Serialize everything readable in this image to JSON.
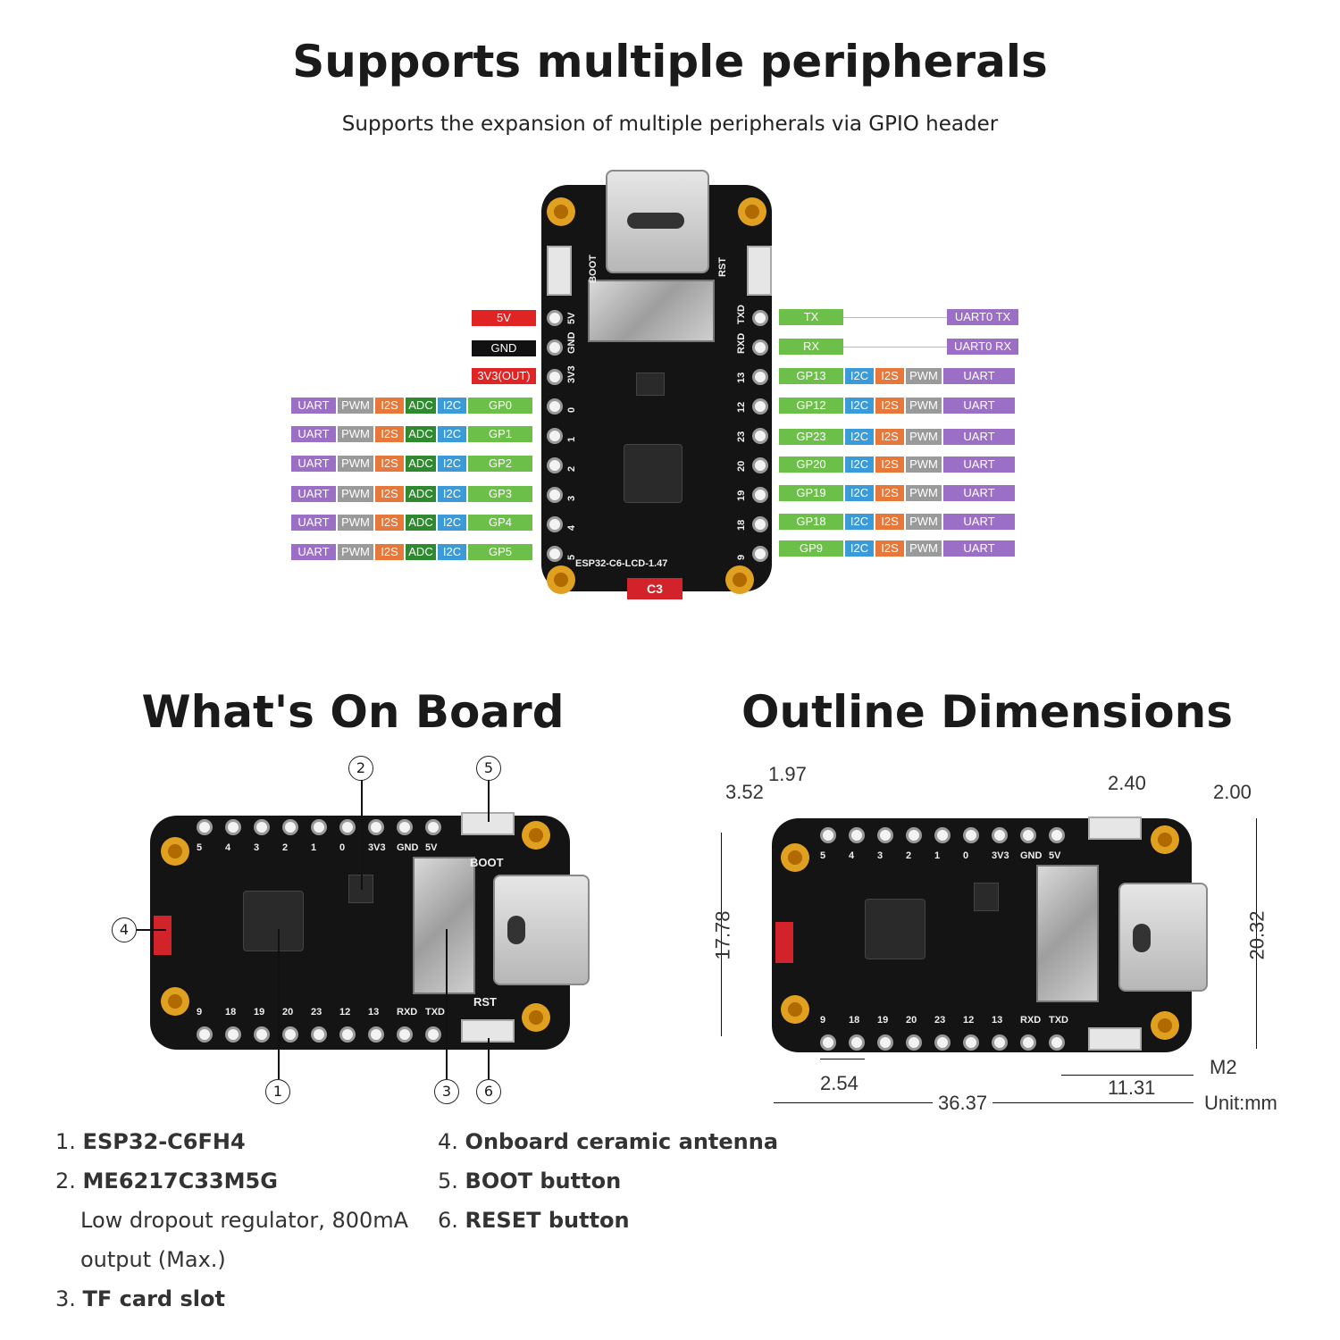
{
  "header": {
    "title": "Supports multiple peripherals",
    "subtitle": "Supports the expansion of multiple peripherals via GPIO header"
  },
  "colors": {
    "uart": "#9b6fc6",
    "pwm": "#9a9a9a",
    "i2s": "#e8783a",
    "adc": "#2f8a2f",
    "i2c": "#3b9ad8",
    "gp": "#6cc04a",
    "red": "#e02424",
    "black": "#111111"
  },
  "board_top": {
    "model": "ESP32-C6-LCD-1.47",
    "antenna_label": "C3",
    "boot_label": "BOOT",
    "rst_label": "RST",
    "left_pin_labels": [
      "5V",
      "GND",
      "3V3",
      "0",
      "1",
      "2",
      "3",
      "4",
      "5"
    ],
    "right_pin_labels": [
      "TXD",
      "RXD",
      "13",
      "12",
      "23",
      "20",
      "19",
      "18",
      "9"
    ]
  },
  "left_power": [
    {
      "label": "5V",
      "color": "#e02424"
    },
    {
      "label": "GND",
      "color": "#111111"
    },
    {
      "label": "3V3(OUT)",
      "color": "#e02424"
    }
  ],
  "left_pins": [
    {
      "funcs": [
        "UART",
        "PWM",
        "I2S",
        "ADC",
        "I2C"
      ],
      "gp": "GP0"
    },
    {
      "funcs": [
        "UART",
        "PWM",
        "I2S",
        "ADC",
        "I2C"
      ],
      "gp": "GP1"
    },
    {
      "funcs": [
        "UART",
        "PWM",
        "I2S",
        "ADC",
        "I2C"
      ],
      "gp": "GP2"
    },
    {
      "funcs": [
        "UART",
        "PWM",
        "I2S",
        "ADC",
        "I2C"
      ],
      "gp": "GP3"
    },
    {
      "funcs": [
        "UART",
        "PWM",
        "I2S",
        "ADC",
        "I2C"
      ],
      "gp": "GP4"
    },
    {
      "funcs": [
        "UART",
        "PWM",
        "I2S",
        "ADC",
        "I2C"
      ],
      "gp": "GP5"
    }
  ],
  "right_uart": [
    {
      "gp": "TX",
      "func": "UART0 TX"
    },
    {
      "gp": "RX",
      "func": "UART0 RX"
    }
  ],
  "right_pins": [
    {
      "gp": "GP13",
      "funcs": [
        "I2C",
        "I2S",
        "PWM",
        "UART"
      ]
    },
    {
      "gp": "GP12",
      "funcs": [
        "I2C",
        "I2S",
        "PWM",
        "UART"
      ]
    },
    {
      "gp": "GP23",
      "funcs": [
        "I2C",
        "I2S",
        "PWM",
        "UART"
      ]
    },
    {
      "gp": "GP20",
      "funcs": [
        "I2C",
        "I2S",
        "PWM",
        "UART"
      ]
    },
    {
      "gp": "GP19",
      "funcs": [
        "I2C",
        "I2S",
        "PWM",
        "UART"
      ]
    },
    {
      "gp": "GP18",
      "funcs": [
        "I2C",
        "I2S",
        "PWM",
        "UART"
      ]
    },
    {
      "gp": "GP9",
      "funcs": [
        "I2C",
        "I2S",
        "PWM",
        "UART"
      ]
    }
  ],
  "onboard": {
    "title": "What's On Board",
    "top_pins": [
      "5",
      "4",
      "3",
      "2",
      "1",
      "0",
      "3V3",
      "GND",
      "5V"
    ],
    "bottom_pins": [
      "9",
      "18",
      "19",
      "20",
      "23",
      "12",
      "13",
      "RXD",
      "TXD"
    ],
    "callouts": [
      "1",
      "2",
      "3",
      "4",
      "5",
      "6"
    ],
    "items_left": [
      {
        "num": "1.",
        "bold": "ESP32-C6FH4",
        "desc": []
      },
      {
        "num": "2.",
        "bold": "ME6217C33M5G",
        "desc": [
          "Low dropout regulator, 800mA",
          "output (Max.)"
        ]
      },
      {
        "num": "3.",
        "bold": "TF card slot",
        "desc": []
      }
    ],
    "items_right": [
      {
        "num": "4.",
        "bold": "Onboard ceramic antenna"
      },
      {
        "num": "5.",
        "bold": "BOOT button"
      },
      {
        "num": "6.",
        "bold": "RESET button"
      }
    ]
  },
  "dimensions": {
    "title": "Outline Dimensions",
    "d_352": "3.52",
    "d_197": "1.97",
    "d_240": "2.40",
    "d_200": "2.00",
    "d_1778": "17.78",
    "d_2032": "20.32",
    "d_254": "2.54",
    "d_3637": "36.37",
    "d_1131": "11.31",
    "m2": "M2",
    "unit": "Unit:mm"
  }
}
